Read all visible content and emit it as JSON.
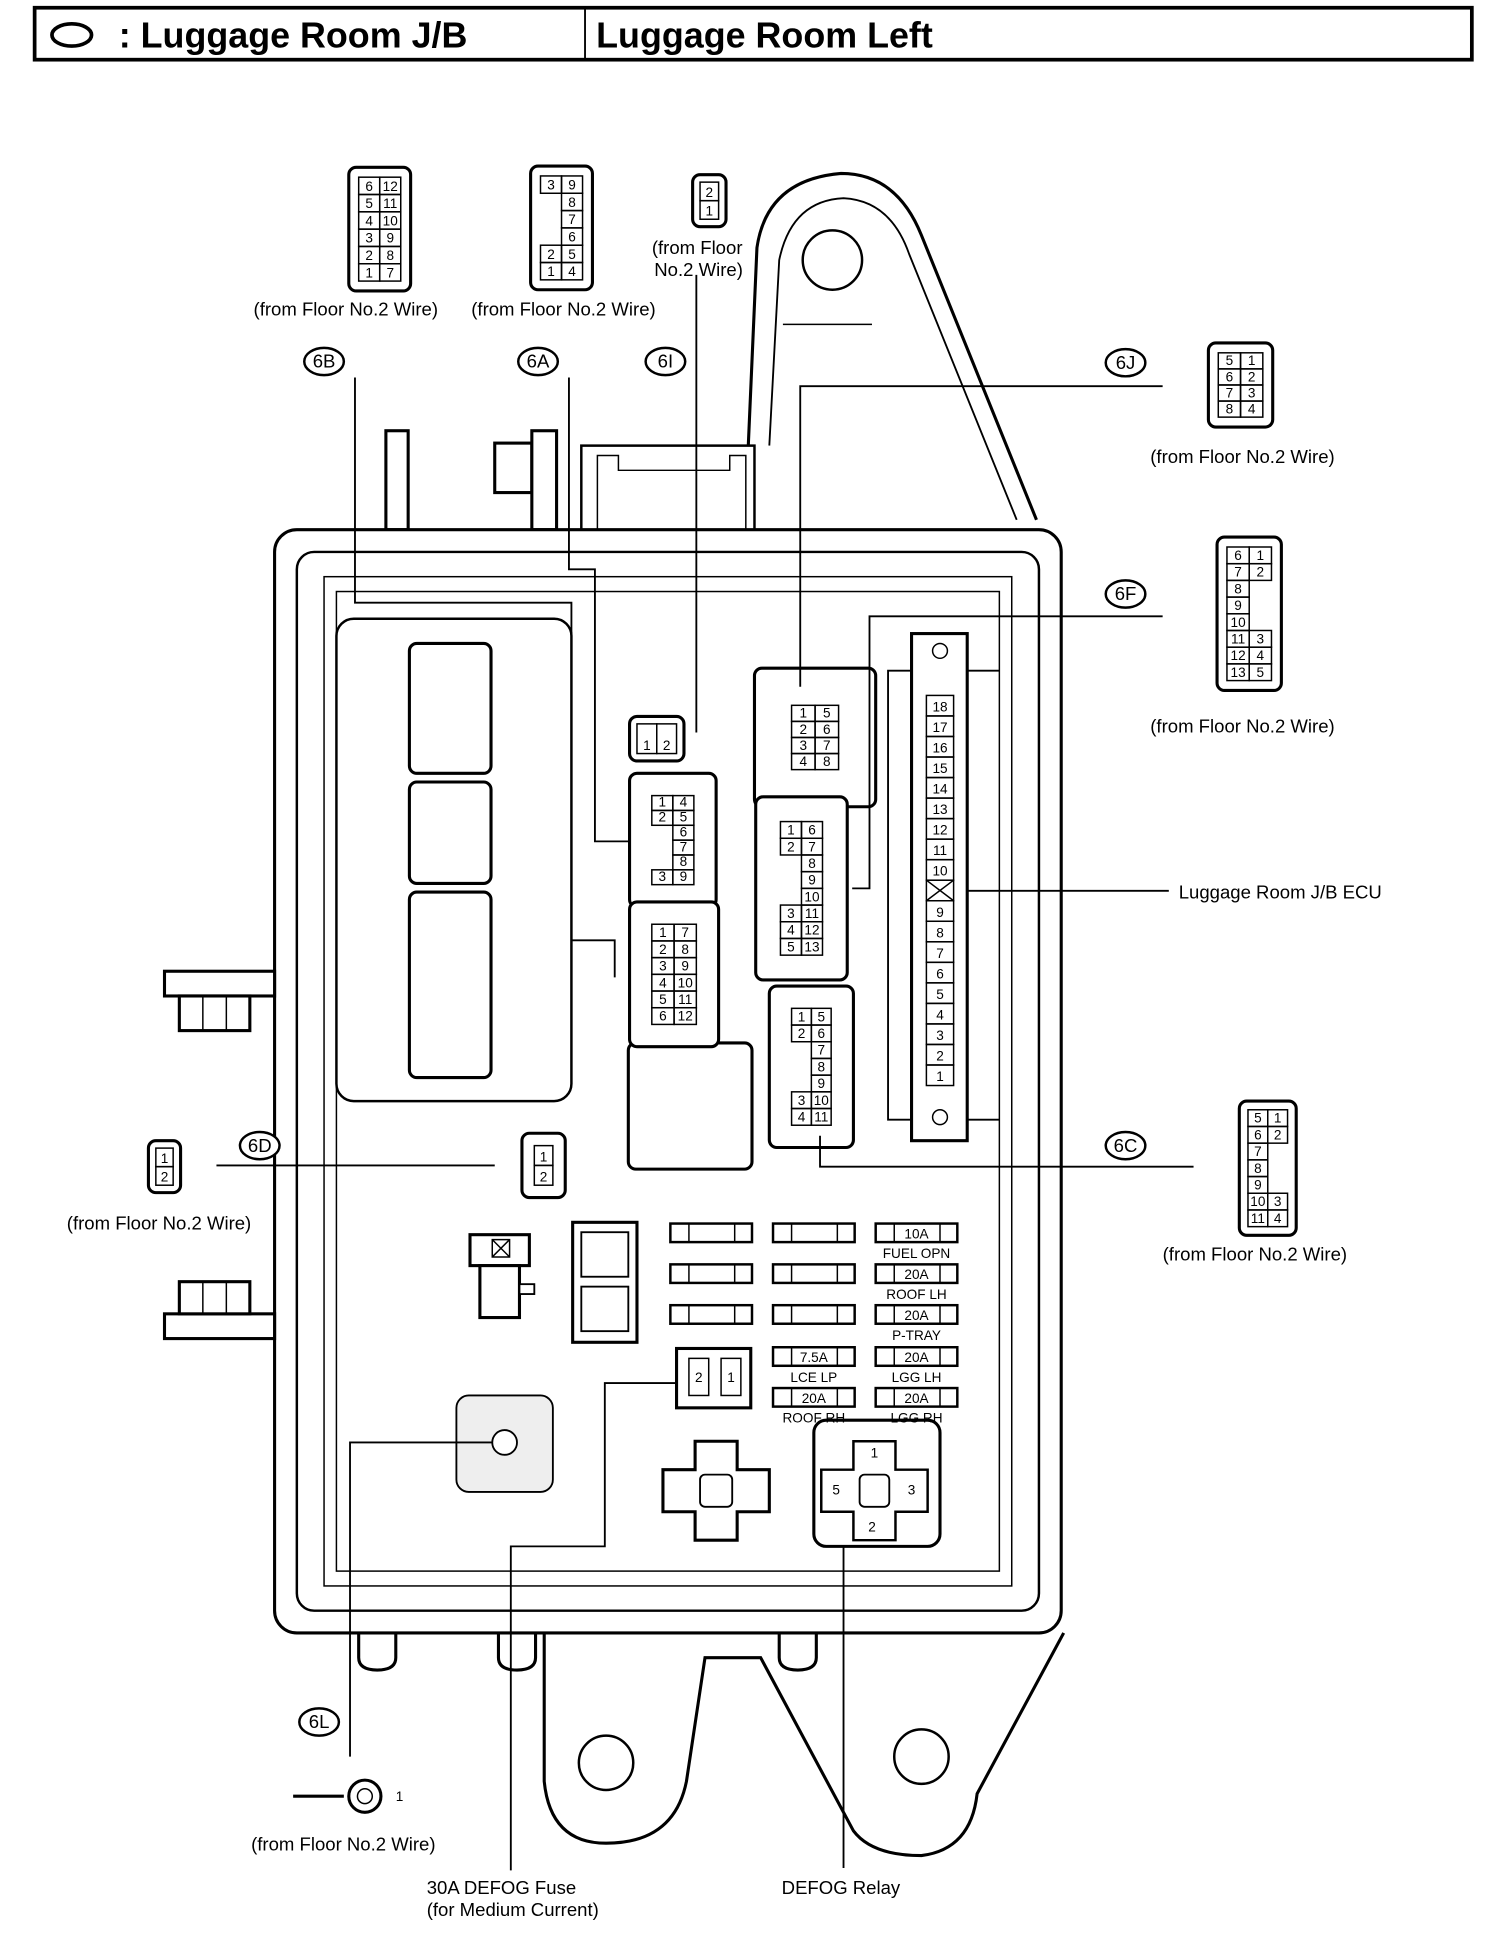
{
  "header": {
    "symbol_label": ": Luggage Room J/B",
    "location": "Luggage Room Left"
  },
  "source_note": "(from Floor No.2 Wire)",
  "source_note_6i": [
    "(from Floor",
    "No.2 Wire)"
  ],
  "connector_codes": {
    "b": "6B",
    "a": "6A",
    "i": "6I",
    "j": "6J",
    "f": "6F",
    "d": "6D",
    "c": "6C",
    "l": "6L"
  },
  "external_connectors": {
    "6B": [
      [
        "6",
        "12"
      ],
      [
        "5",
        "11"
      ],
      [
        "4",
        "10"
      ],
      [
        "3",
        "9"
      ],
      [
        "2",
        "8"
      ],
      [
        "1",
        "7"
      ]
    ],
    "6A": [
      [
        "3",
        "9"
      ],
      [
        "",
        "8"
      ],
      [
        "",
        "7"
      ],
      [
        "",
        "6"
      ],
      [
        "2",
        "5"
      ],
      [
        "1",
        "4"
      ]
    ],
    "6I": [
      [
        "2"
      ],
      [
        "1"
      ]
    ],
    "6J": [
      [
        "5",
        "1"
      ],
      [
        "6",
        "2"
      ],
      [
        "7",
        "3"
      ],
      [
        "8",
        "4"
      ]
    ],
    "6F": [
      [
        "6",
        "1"
      ],
      [
        "7",
        "2"
      ],
      [
        "8",
        ""
      ],
      [
        "9",
        ""
      ],
      [
        "10",
        ""
      ],
      [
        "11",
        "3"
      ],
      [
        "12",
        "4"
      ],
      [
        "13",
        "5"
      ]
    ],
    "6C": [
      [
        "5",
        "1"
      ],
      [
        "6",
        "2"
      ],
      [
        "7",
        ""
      ],
      [
        "8",
        ""
      ],
      [
        "9",
        ""
      ],
      [
        "10",
        "3"
      ],
      [
        "11",
        "4"
      ]
    ],
    "6D": [
      [
        "1"
      ],
      [
        "2"
      ]
    ],
    "6L": "1"
  },
  "board_connectors": {
    "6I": [
      [
        "1",
        "2"
      ]
    ],
    "6J": [
      [
        "1",
        "5"
      ],
      [
        "2",
        "6"
      ],
      [
        "3",
        "7"
      ],
      [
        "4",
        "8"
      ]
    ],
    "6A": [
      [
        "1",
        "4"
      ],
      [
        "2",
        "5"
      ],
      [
        "",
        "6"
      ],
      [
        "",
        "7"
      ],
      [
        "",
        "8"
      ],
      [
        "3",
        "9"
      ]
    ],
    "6B": [
      [
        "1",
        "7"
      ],
      [
        "2",
        "8"
      ],
      [
        "3",
        "9"
      ],
      [
        "4",
        "10"
      ],
      [
        "5",
        "11"
      ],
      [
        "6",
        "12"
      ]
    ],
    "6F": [
      [
        "1",
        "6"
      ],
      [
        "2",
        "7"
      ],
      [
        "",
        "8"
      ],
      [
        "",
        "9"
      ],
      [
        "",
        "10"
      ],
      [
        "3",
        "11"
      ],
      [
        "4",
        "12"
      ],
      [
        "5",
        "13"
      ]
    ],
    "6C": [
      [
        "1",
        "5"
      ],
      [
        "2",
        "6"
      ],
      [
        "",
        "7"
      ],
      [
        "",
        "8"
      ],
      [
        "",
        "9"
      ],
      [
        "3",
        "10"
      ],
      [
        "4",
        "11"
      ]
    ],
    "6D": [
      [
        "1"
      ],
      [
        "2"
      ]
    ]
  },
  "ecu": {
    "label": "Luggage Room J/B ECU",
    "pins": [
      "18",
      "17",
      "16",
      "15",
      "14",
      "13",
      "12",
      "11",
      "10",
      "X",
      "9",
      "8",
      "7",
      "6",
      "5",
      "4",
      "3",
      "2",
      "1"
    ]
  },
  "fuses": [
    {
      "amp": "10A",
      "name": "FUEL OPN"
    },
    {
      "amp": "20A",
      "name": "ROOF LH"
    },
    {
      "amp": "20A",
      "name": "P-TRAY"
    },
    {
      "amp": "7.5A",
      "name": "LCE LP"
    },
    {
      "amp": "20A",
      "name": "LGG LH"
    },
    {
      "amp": "20A",
      "name": "ROOF RH"
    },
    {
      "amp": "20A",
      "name": "LGG RH"
    }
  ],
  "defog_fuse": {
    "label_1": "30A DEFOG Fuse",
    "label_2": "(for Medium Current)",
    "pins": [
      "2",
      "1"
    ]
  },
  "defog_relay": {
    "label": "DEFOG Relay",
    "pins": {
      "top": "1",
      "left": "5",
      "right": "3",
      "bottom": "2"
    }
  }
}
